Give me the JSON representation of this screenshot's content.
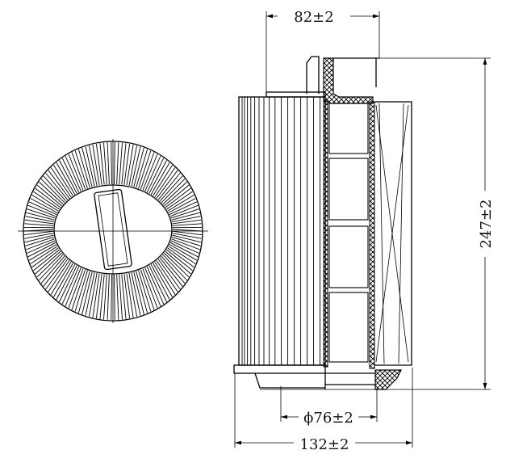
{
  "dimensions": {
    "top_width": "82±2",
    "height": "247±2",
    "inner_diameter": "ϕ76±2",
    "outer_diameter": "132±2"
  },
  "colors": {
    "line": "#000000",
    "background": "#ffffff"
  }
}
